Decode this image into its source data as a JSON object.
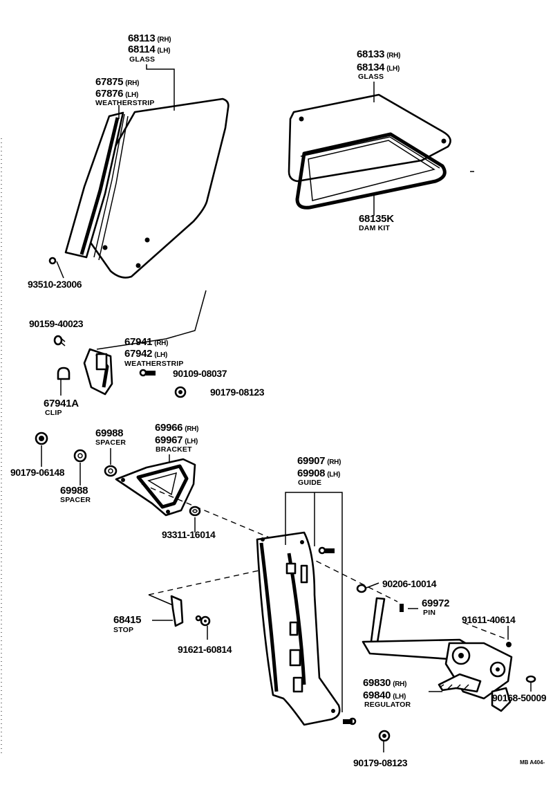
{
  "labels": {
    "p68113": "68113",
    "p68113_side": "(RH)",
    "p68114": "68114",
    "p68114_side": "(LH)",
    "glass1": "GLASS",
    "p67875": "67875",
    "p67875_side": "(RH)",
    "p67876": "67876",
    "p67876_side": "(LH)",
    "weatherstrip1": "WEATHERSTRIP",
    "p68133": "68133",
    "p68133_side": "(RH)",
    "p68134": "68134",
    "p68134_side": "(LH)",
    "glass2": "GLASS",
    "p68135k": "68135K",
    "damkit": "DAM KIT",
    "p93510": "93510-23006",
    "p90159": "90159-40023",
    "p67941": "67941",
    "p67941_side": "(RH)",
    "p67942": "67942",
    "p67942_side": "(LH)",
    "weatherstrip2": "WEATHERSTRIP",
    "p90109": "90109-08037",
    "p90179a": "90179-08123",
    "p67941a": "67941A",
    "clip": "CLIP",
    "p69988a": "69988",
    "spacer1": "SPACER",
    "p69966": "69966",
    "p69966_side": "(RH)",
    "p69967": "69967",
    "p69967_side": "(LH)",
    "bracket": "BRACKET",
    "p90179b": "90179-06148",
    "p69988b": "69988",
    "spacer2": "SPACER",
    "p93311": "93311-16014",
    "p69907": "69907",
    "p69907_side": "(RH)",
    "p69908": "69908",
    "p69908_side": "(LH)",
    "guide": "GUIDE",
    "p90206": "90206-10014",
    "p69972": "69972",
    "pin": "PIN",
    "p68415": "68415",
    "stop": "STOP",
    "p91621": "91621-60814",
    "p91611": "91611-40614",
    "p69830": "69830",
    "p69830_side": "(RH)",
    "p69840": "69840",
    "p69840_side": "(LH)",
    "regulator": "REGULATOR",
    "p90168": "90168-50009",
    "p90179c": "90179-08123",
    "corner": "MB  A404-"
  }
}
